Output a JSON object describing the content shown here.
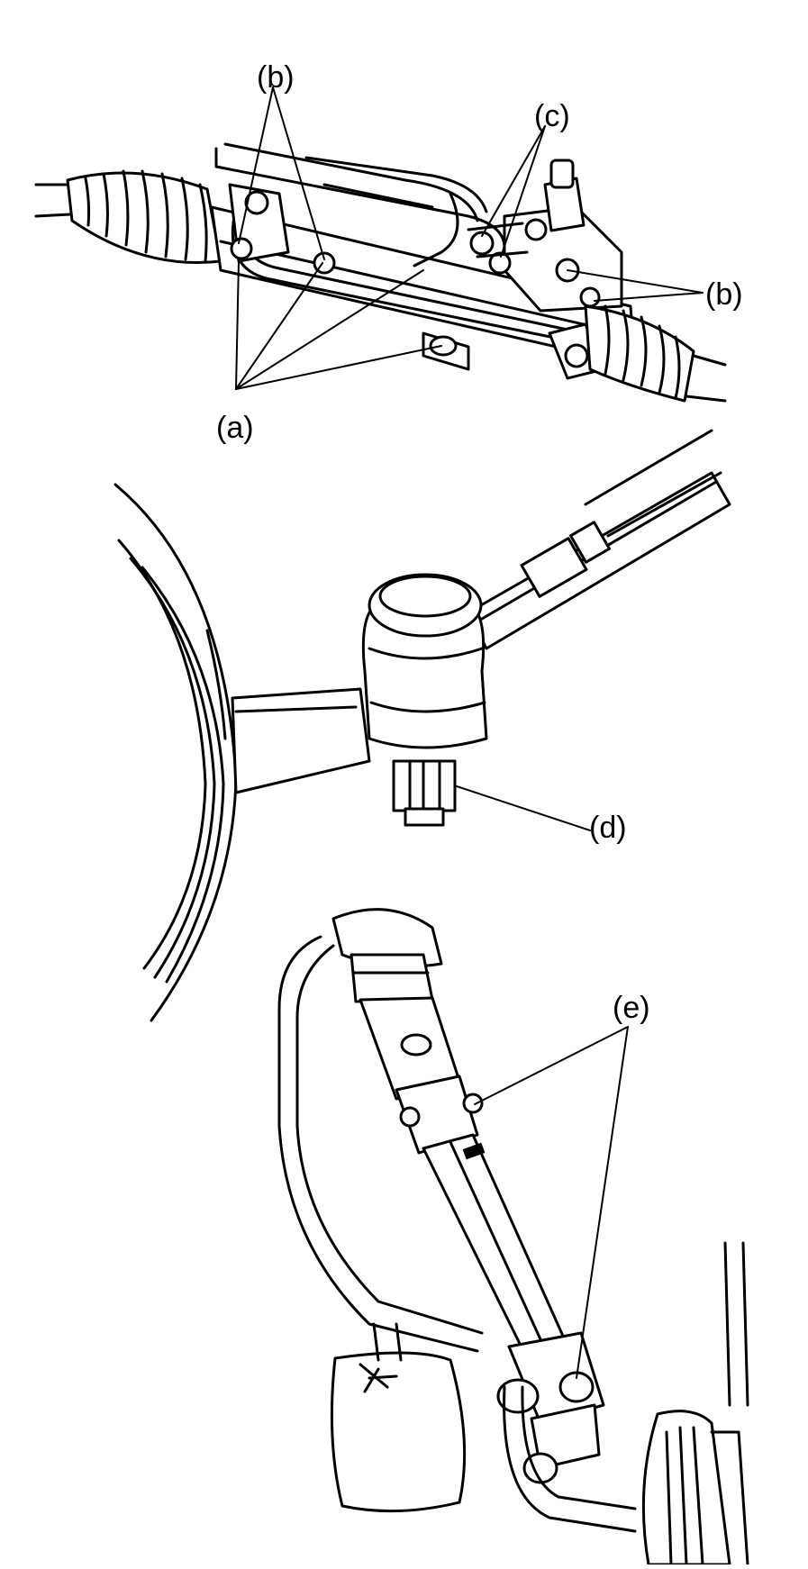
{
  "callouts": {
    "a": "(a)",
    "b_top": "(b)",
    "b_right": "(b)",
    "c": "(c)",
    "d": "(d)",
    "e": "(e)"
  },
  "colors": {
    "ink": "#000000",
    "paper": "#ffffff"
  }
}
